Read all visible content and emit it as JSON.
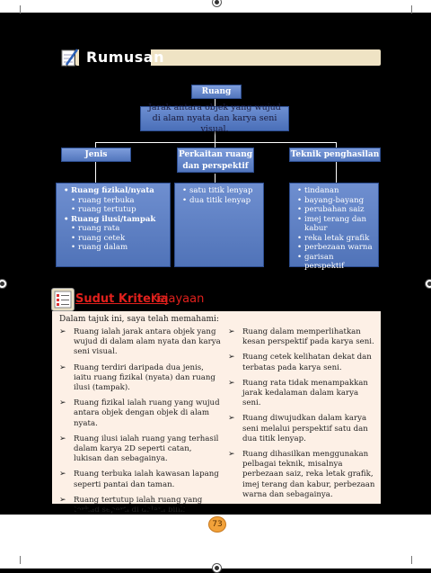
{
  "rumusan": {
    "title": "Rumusan"
  },
  "diagram": {
    "root": "Ruang",
    "definition": "Jarak antara objek yang wujud di alam nyata dan karya seni visual.",
    "branches": [
      {
        "label": "Jenis",
        "items": [
          {
            "text": "Ruang fizikal/nyata",
            "level": 0
          },
          {
            "text": "ruang terbuka",
            "level": 1
          },
          {
            "text": "ruang tertutup",
            "level": 1
          },
          {
            "text": "Ruang ilusi/tampak",
            "level": 0
          },
          {
            "text": "ruang rata",
            "level": 1
          },
          {
            "text": "ruang cetek",
            "level": 1
          },
          {
            "text": "ruang dalam",
            "level": 1
          }
        ]
      },
      {
        "label": "Perkaitan ruang dan perspektif",
        "items": [
          {
            "text": "satu titik lenyap",
            "level": 1
          },
          {
            "text": "dua titik lenyap",
            "level": 1
          }
        ]
      },
      {
        "label": "Teknik penghasilan",
        "items": [
          {
            "text": "tindanan",
            "level": 1
          },
          {
            "text": "bayang-bayang",
            "level": 1
          },
          {
            "text": "perubahan saiz",
            "level": 1
          },
          {
            "text": "imej terang dan kabur",
            "level": 1
          },
          {
            "text": "reka letak grafik",
            "level": 1
          },
          {
            "text": "perbezaan warna",
            "level": 1
          },
          {
            "text": "garisan perspektif",
            "level": 1
          }
        ]
      }
    ]
  },
  "sudut": {
    "title_red": "Sudut Kriteria",
    "title_rest": "Kejayaan",
    "intro": "Dalam tajuk ini, saya telah memahami:",
    "left": [
      "Ruang ialah jarak antara objek yang wujud di dalam alam nyata dan karya seni visual.",
      "Ruang terdiri daripada dua jenis, iaitu ruang fizikal (nyata) dan ruang ilusi (tampak).",
      "Ruang fizikal ialah ruang yang wujud antara objek dengan objek di alam nyata.",
      "Ruang ilusi ialah ruang yang terhasil dalam karya 2D seperti catan, lukisan dan sebagainya.",
      "Ruang terbuka ialah kawasan lapang seperti pantai dan taman.",
      "Ruang tertutup ialah ruang yang terhad seperti di dalam bilik."
    ],
    "right": [
      "Ruang dalam memperlihatkan kesan perspektif pada karya seni.",
      "Ruang cetek kelihatan dekat dan terbatas pada karya seni.",
      "Ruang rata tidak menampakkan jarak kedalaman dalam karya seni.",
      "Ruang diwujudkan dalam karya seni melalui perspektif satu dan dua titik lenyap.",
      "Ruang dihasilkan menggunakan pelbagai teknik, misalnya perbezaan saiz, reka letak grafik, imej terang dan kabur, perbezaan warna dan sebagainya."
    ]
  },
  "page_number": "73"
}
